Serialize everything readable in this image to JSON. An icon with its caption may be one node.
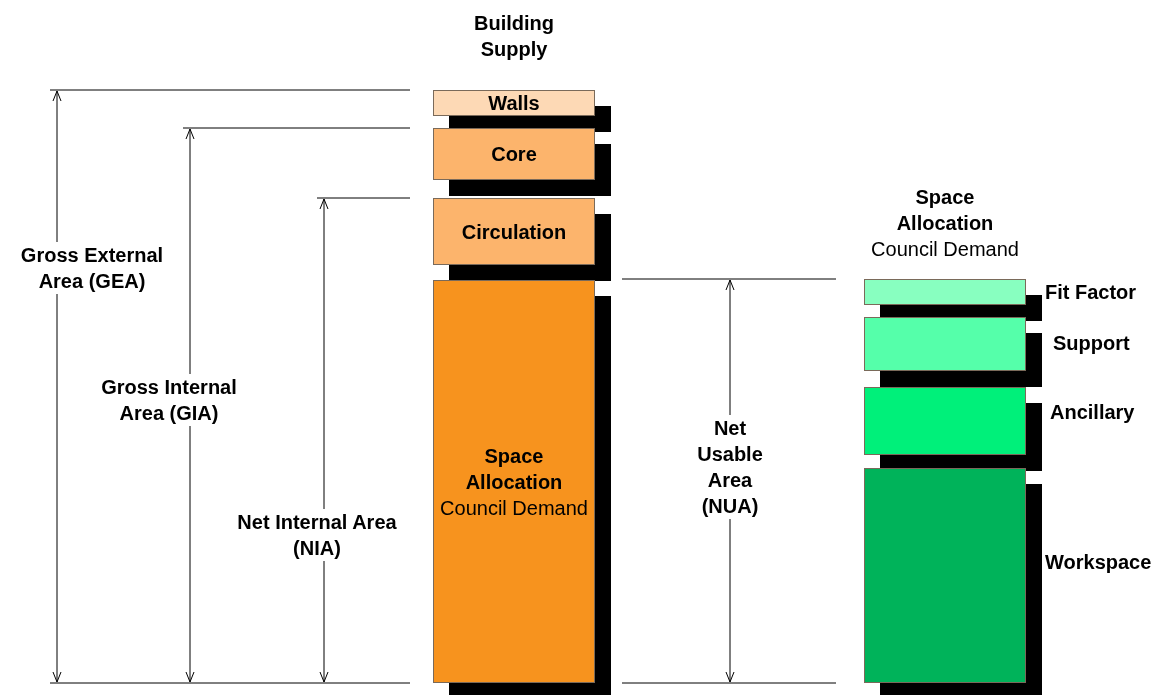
{
  "diagram": {
    "nodes": [
      {
        "text": [
          "Walls"
        ]
      },
      {
        "text": [
          "Core"
        ]
      },
      {
        "text": [
          "Circulation"
        ]
      },
      {
        "text": [
          "Space Allocation",
          "Council Demand"
        ]
      },
      {
        "text": [],
        "shape": "box",
        "beside": [
          "Fit Factor"
        ]
      },
      {
        "text": [],
        "shape": "box",
        "beside": [
          "Support"
        ]
      },
      {
        "text": [],
        "shape": "box",
        "beside": [
          "Ancillary"
        ]
      },
      {
        "text": [],
        "shape": "box",
        "beside": [
          "Workspace"
        ]
      }
    ],
    "labels": [
      "Building Supply",
      "Space Allocation",
      "Council Demand",
      "Gross External Area (GEA)",
      "Gross Internal Area (GIA)",
      "Net Internal Area (NIA)",
      "Net Usable Area (NUA)"
    ]
  }
}
